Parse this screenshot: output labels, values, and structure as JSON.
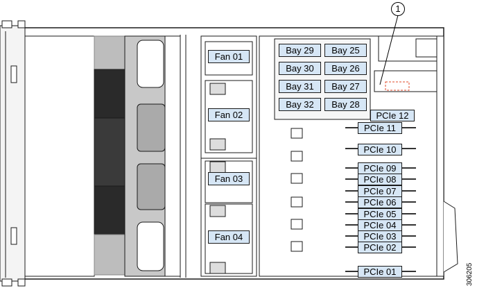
{
  "callout": "1",
  "figure_id": "306205",
  "bays": [
    {
      "label": "Bay 29"
    },
    {
      "label": "Bay 25"
    },
    {
      "label": "Bay 30"
    },
    {
      "label": "Bay 26"
    },
    {
      "label": "Bay 31"
    },
    {
      "label": "Bay 27"
    },
    {
      "label": "Bay 32"
    },
    {
      "label": "Bay 28"
    }
  ],
  "fans": [
    {
      "label": "Fan 01"
    },
    {
      "label": "Fan 02"
    },
    {
      "label": "Fan 03"
    },
    {
      "label": "Fan 04"
    }
  ],
  "pcie": [
    {
      "label": "PCIe 12"
    },
    {
      "label": "PCIe 11"
    },
    {
      "label": "PCIe 10"
    },
    {
      "label": "PCIe 09"
    },
    {
      "label": "PCIe 08"
    },
    {
      "label": "PCIe 07"
    },
    {
      "label": "PCIe 06"
    },
    {
      "label": "PCIe 05"
    },
    {
      "label": "PCIe 04"
    },
    {
      "label": "PCIe 03"
    },
    {
      "label": "PCIe 02"
    },
    {
      "label": "PCIe 01"
    }
  ],
  "colors": {
    "label_fill": "#d6e6f5",
    "highlight": "#e04a2a",
    "line": "#1a1a1a",
    "panel": "#c8c8c8"
  }
}
